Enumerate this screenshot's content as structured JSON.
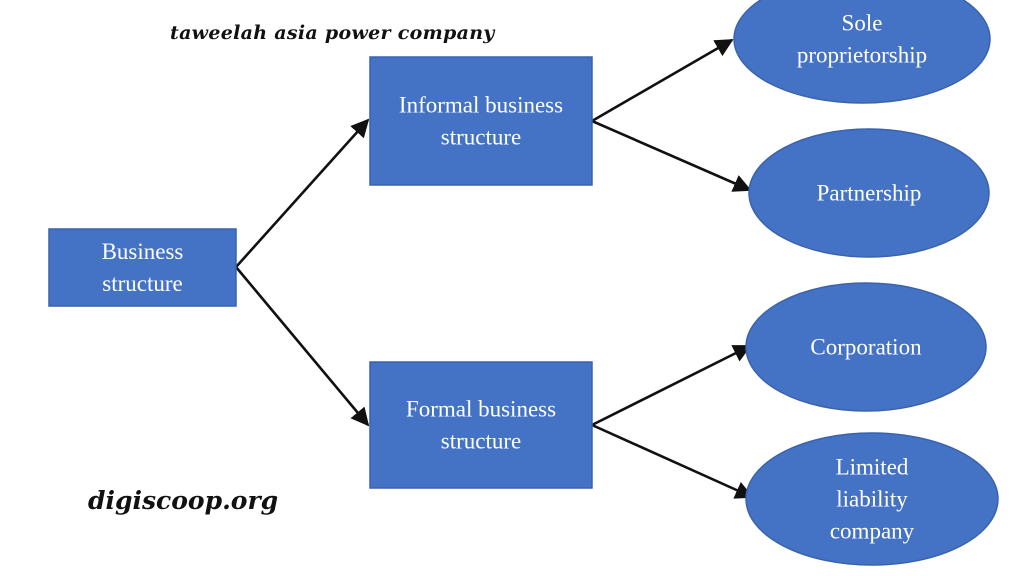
{
  "watermarks": {
    "top": "taweelah asia power company",
    "bottom": "digiscoop.org"
  },
  "colors": {
    "node_fill": "#4472c4",
    "arrow": "#111111",
    "text": "#ffffff"
  },
  "nodes": [
    {
      "id": "business-structure",
      "shape": "rect",
      "lines": [
        "Business",
        "structure"
      ]
    },
    {
      "id": "informal-business-structure",
      "shape": "rect",
      "lines": [
        "Informal business",
        "structure"
      ]
    },
    {
      "id": "formal-business-structure",
      "shape": "rect",
      "lines": [
        "Formal business",
        "structure"
      ]
    },
    {
      "id": "sole-proprietorship",
      "shape": "ellipse",
      "lines": [
        "Sole",
        "proprietorship"
      ]
    },
    {
      "id": "partnership",
      "shape": "ellipse",
      "lines": [
        "Partnership"
      ]
    },
    {
      "id": "corporation",
      "shape": "ellipse",
      "lines": [
        "Corporation"
      ]
    },
    {
      "id": "limited-liability-company",
      "shape": "ellipse",
      "lines": [
        "Limited",
        "liability",
        "company"
      ]
    }
  ],
  "edges": [
    {
      "from": "business-structure",
      "to": "informal-business-structure"
    },
    {
      "from": "business-structure",
      "to": "formal-business-structure"
    },
    {
      "from": "informal-business-structure",
      "to": "sole-proprietorship"
    },
    {
      "from": "informal-business-structure",
      "to": "partnership"
    },
    {
      "from": "formal-business-structure",
      "to": "corporation"
    },
    {
      "from": "formal-business-structure",
      "to": "limited-liability-company"
    }
  ]
}
